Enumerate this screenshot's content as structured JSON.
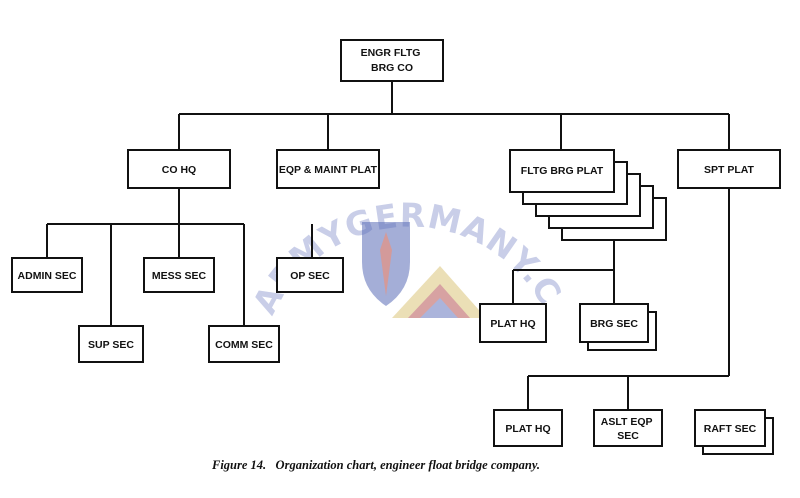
{
  "watermark": {
    "text": "USARMYGERMANY.COM"
  },
  "colors": {
    "ink": "#111111",
    "watermark_text": "#c9cee8",
    "watermark_shield_blue": "#5a6cb8",
    "watermark_shield_red": "#b04848",
    "watermark_badge_gold": "#d8c070"
  },
  "chart": {
    "root": {
      "lines": [
        "ENGR FLTG",
        "BRG CO"
      ]
    },
    "co_hq": {
      "label": "CO HQ"
    },
    "eqp_maint_plat": {
      "label": "EQP & MAINT PLAT"
    },
    "fltg_brg_plat": {
      "label": "FLTG BRG  PLAT"
    },
    "spt_plat": {
      "label": "SPT PLAT"
    },
    "admin_sec": {
      "label": "ADMIN SEC"
    },
    "sup_sec": {
      "label": "SUP SEC"
    },
    "mess_sec": {
      "label": "MESS SEC"
    },
    "comm_sec": {
      "label": "COMM SEC"
    },
    "op_sec": {
      "label": "OP SEC"
    },
    "fltg_plat_hq": {
      "label": "PLAT HQ"
    },
    "brg_sec": {
      "label": "BRG SEC"
    },
    "spt_plat_hq": {
      "label": "PLAT HQ"
    },
    "aslt_eqp_sec": {
      "lines": [
        "ASLT EQP",
        "SEC"
      ]
    },
    "raft_sec": {
      "label": "RAFT SEC"
    }
  },
  "caption": "Figure 14.   Organization chart, engineer float bridge company."
}
